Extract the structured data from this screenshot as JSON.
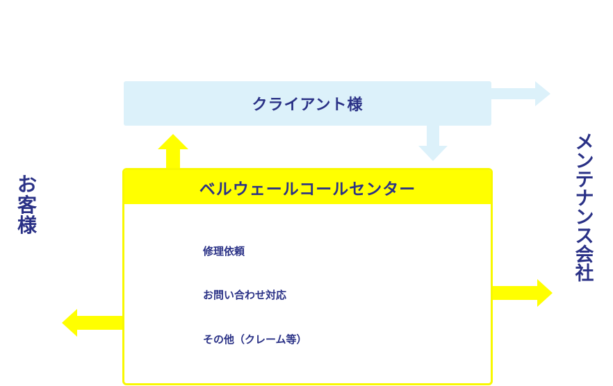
{
  "client": {
    "label": "クライアント様"
  },
  "call_center": {
    "title": "ベルウェールコールセンター",
    "services": [
      "修理依頼",
      "お問い合わせ対応",
      "その他（クレーム等）"
    ]
  },
  "customer": {
    "label": "お客様"
  },
  "maintenance": {
    "label": "メンテナンス会社"
  },
  "colors": {
    "text": "#2a3186",
    "client_fill": "#dcf1fa",
    "center_fill": "#ffff00"
  }
}
